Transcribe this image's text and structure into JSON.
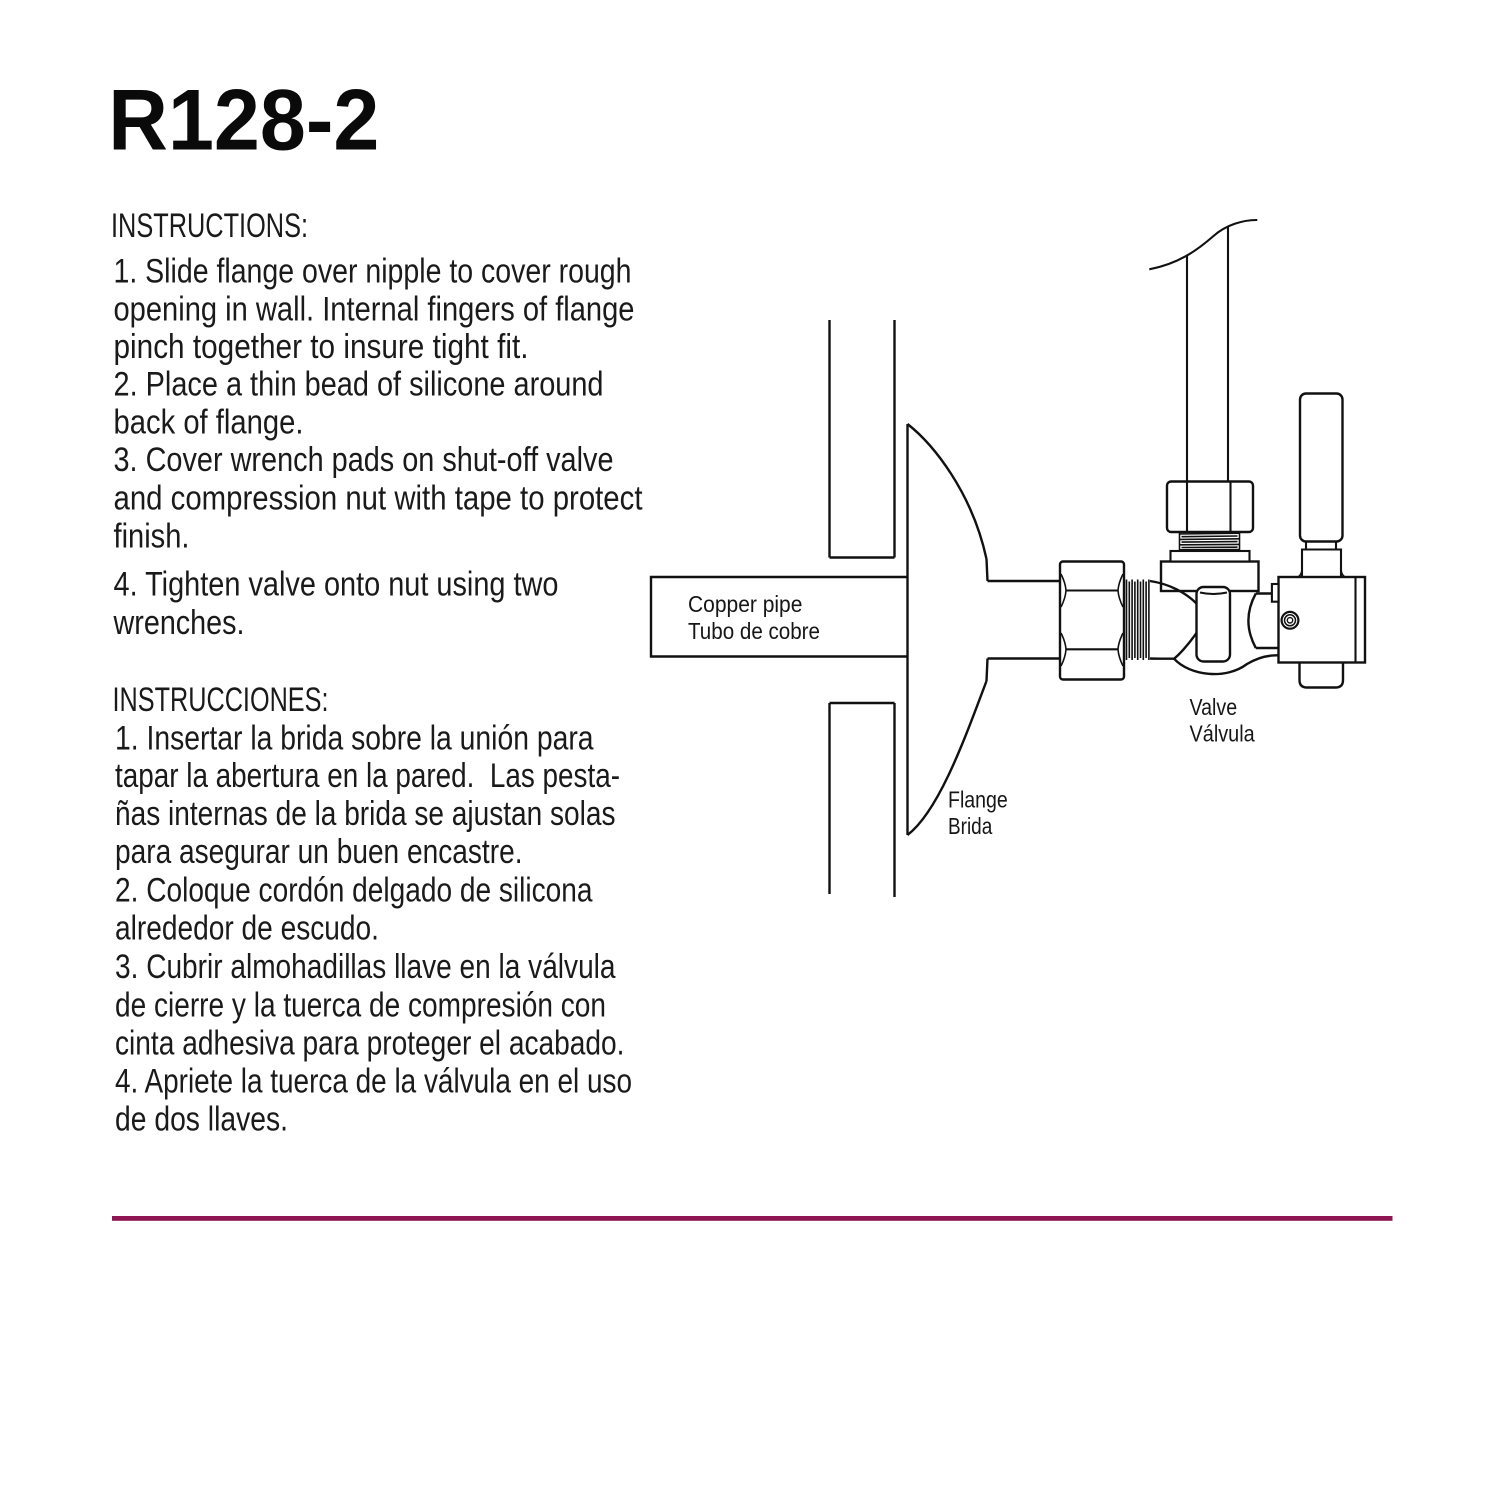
{
  "page": {
    "title": "R128-2",
    "background": "#ffffff",
    "text_color": "#1a1a1a",
    "diagram_line_color": "#111111",
    "rule_color": "#8e1452"
  },
  "instructions_en": {
    "heading": "INSTRUCTIONS:",
    "lines": [
      "1. Slide flange over nipple to cover rough",
      "opening in wall. Internal fingers of flange",
      "pinch together to insure tight fit.",
      "2. Place a thin bead of silicone around",
      "back of flange.",
      "3. Cover wrench pads on shut-off valve",
      "and compression nut with tape to protect",
      "finish.",
      "4. Tighten valve onto nut using two",
      "wrenches."
    ]
  },
  "instructions_es": {
    "heading": "INSTRUCCIONES:",
    "lines": [
      "1. Insertar la brida sobre la unión para",
      "tapar la abertura en la pared.  Las pesta-",
      "ñas internas de la brida se ajustan solas",
      "para asegurar un buen encastre.",
      "2. Coloque cordón delgado de silicona",
      "alrededor de escudo.",
      "3. Cubrir almohadillas llave en la válvula",
      "de cierre y la tuerca de compresión con",
      "cinta adhesiva para proteger el acabado.",
      "4. Apriete la tuerca de la válvula en el uso",
      "de dos llaves."
    ]
  },
  "diagram": {
    "labels": {
      "copper_pipe_en": "Copper pipe",
      "copper_pipe_es": "Tubo de cobre",
      "valve_en": "Valve",
      "valve_es": "Válvula",
      "flange_en": "Flange",
      "flange_es": "Brida"
    }
  }
}
